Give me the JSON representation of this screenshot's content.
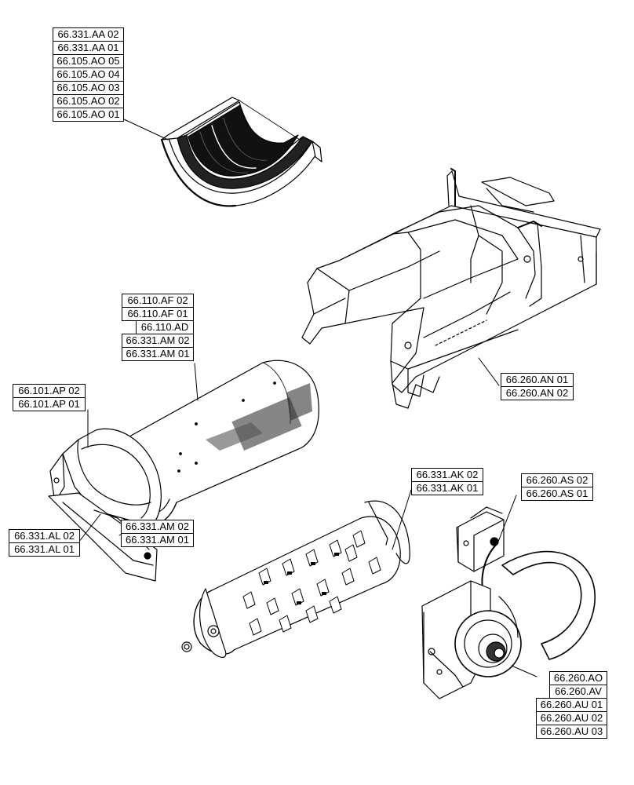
{
  "callouts": {
    "concave": [
      "66.331.AA 02",
      "66.331.AA 01",
      "66.105.AO 05",
      "66.105.AO 04",
      "66.105.AO 03",
      "66.105.AO 02",
      "66.105.AO 01"
    ],
    "cage": [
      "66.110.AF 02",
      "66.110.AF 01",
      "66.110.AD",
      "66.331.AM 02",
      "66.331.AM 01"
    ],
    "transition": [
      "66.101.AP 02",
      "66.101.AP 01"
    ],
    "frame": [
      "66.260.AN 01",
      "66.260.AN 02"
    ],
    "rotor": [
      "66.331.AK 02",
      "66.331.AK 01"
    ],
    "drive_bracket": [
      "66.260.AS 02",
      "66.260.AS 01"
    ],
    "cage_lower": [
      "66.331.AM 02",
      "66.331.AM 01"
    ],
    "transition_lower": [
      "66.331.AL 02",
      "66.331.AL 01"
    ],
    "gearbox": [
      "66.260.AO",
      "66.260.AV",
      "66.260.AU 01",
      "66.260.AU 02",
      "66.260.AU 03"
    ]
  }
}
